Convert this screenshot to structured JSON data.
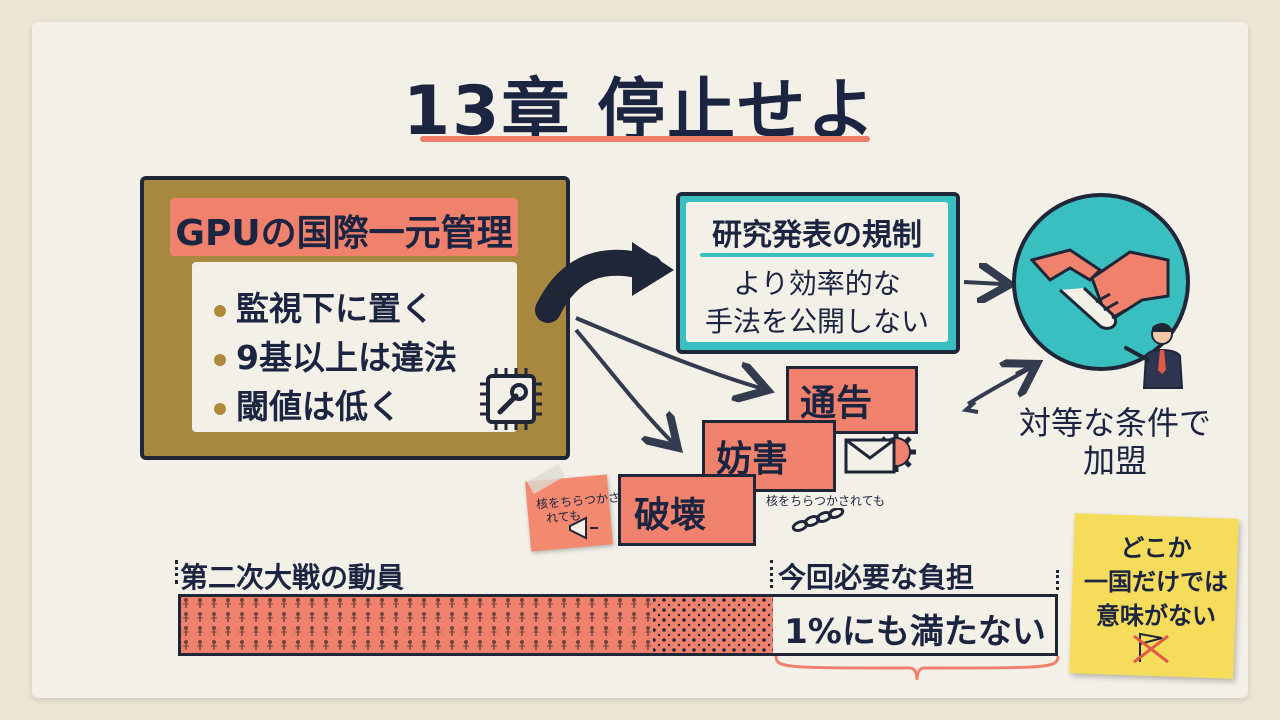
{
  "title": "13章 停止せよ",
  "gpu_box": {
    "title": "GPUの国際一元管理",
    "bullets": [
      "監視下に置く",
      "9基以上は違法",
      "閾値は低く"
    ],
    "icon": "chip-wrench-icon"
  },
  "research_box": {
    "title": "研究発表の規制",
    "lines": [
      "より効率的な",
      "手法を公開しない"
    ]
  },
  "alliance": {
    "icon": "handshake-icon",
    "person_icon": "businessman-icon",
    "lines": [
      "対等な条件で",
      "加盟"
    ]
  },
  "steps": [
    "通告",
    "妨害",
    "破壊"
  ],
  "step_icons": [
    "envelope-gear-icon",
    "chain-icon"
  ],
  "notes": {
    "sticky_small_lines": [
      "核をちらつかさ",
      "れても"
    ],
    "chain_note": "核をちらつかされても"
  },
  "bottom": {
    "left_label": "第二次大戦の動員",
    "right_label": "今回必要な負担",
    "bar_text": "1%にも満たない"
  },
  "sticky_yellow": {
    "lines": [
      "どこか",
      "一国だけでは",
      "意味がない"
    ],
    "icon": "crossed-flag-icon"
  },
  "colors": {
    "navy": "#1f2638",
    "coral": "#f0826d",
    "teal": "#39bfc0",
    "gold": "#a8873f",
    "yellow": "#f5dc5a"
  }
}
